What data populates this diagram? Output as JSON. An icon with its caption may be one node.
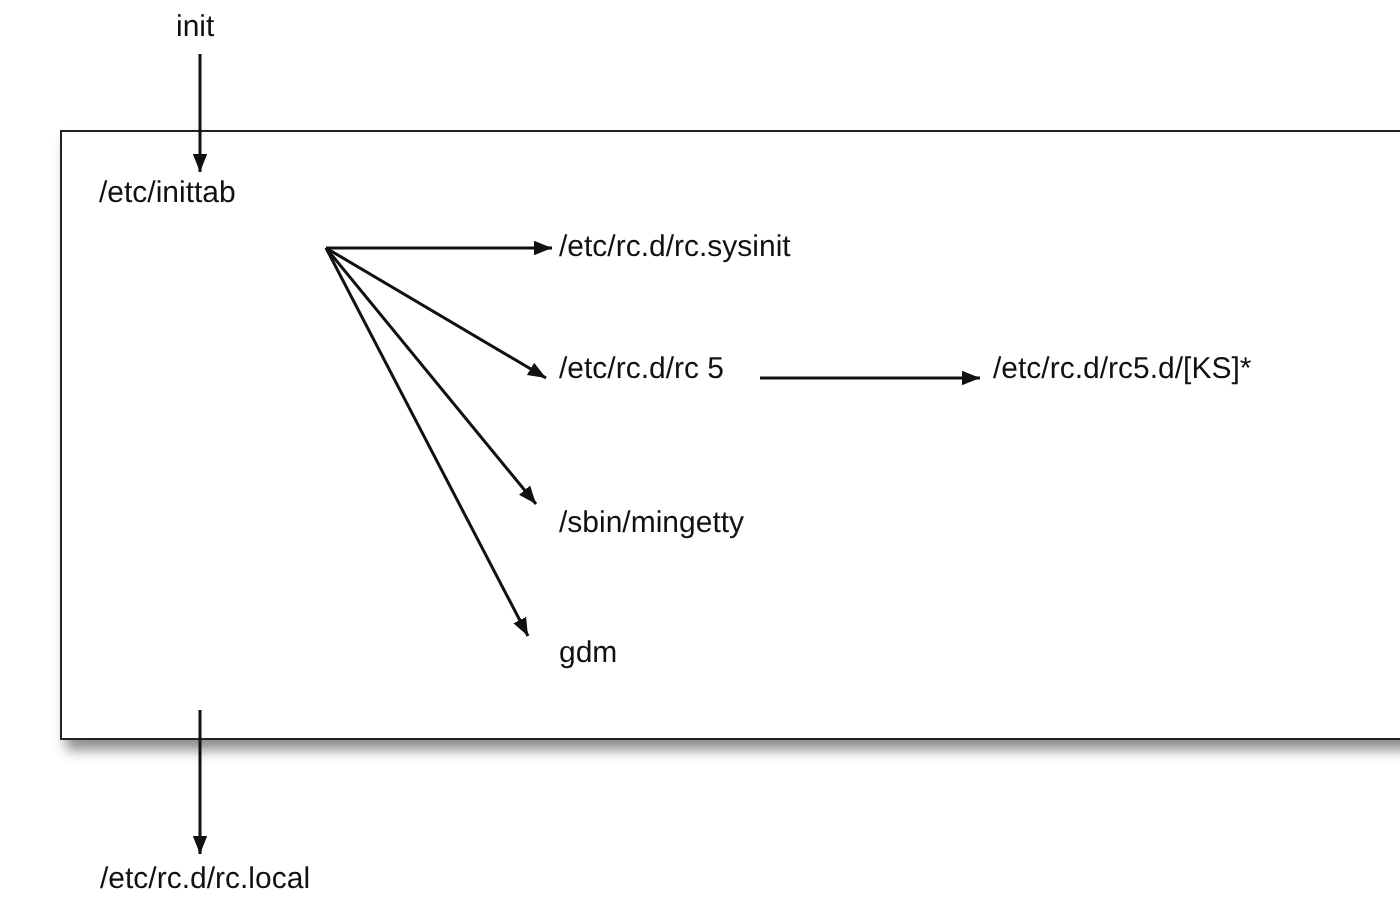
{
  "diagram": {
    "nodes": [
      {
        "text": [],
        "shape": "box"
      },
      {
        "text": [
          "init"
        ]
      },
      {
        "text": [
          "/etc/inittab"
        ],
        "in": 0
      },
      {
        "text": [
          "/etc/rc.d/rc.sysinit"
        ],
        "in": 0
      },
      {
        "text": [
          "/etc/rc.d/rc 5"
        ],
        "in": 0
      },
      {
        "text": [
          "/etc/rc.d/rc5.d/[KS]*"
        ],
        "in": 0
      },
      {
        "text": [
          "/sbin/mingetty"
        ],
        "in": 0
      },
      {
        "text": [
          "gdm"
        ],
        "in": 0
      },
      {
        "text": [
          "/etc/rc.d/rc.local"
        ]
      }
    ],
    "edges": [
      {
        "from": 1,
        "to": 2,
        "arrow": "to"
      },
      {
        "from": 2,
        "to": 3,
        "arrow": "to"
      },
      {
        "from": 2,
        "to": 4,
        "arrow": "to"
      },
      {
        "from": 2,
        "to": 6,
        "arrow": "to"
      },
      {
        "from": 2,
        "to": 7,
        "arrow": "to"
      },
      {
        "from": 4,
        "to": 5,
        "arrow": "to"
      },
      {
        "from": 0,
        "to": 8,
        "arrow": "to"
      }
    ]
  }
}
